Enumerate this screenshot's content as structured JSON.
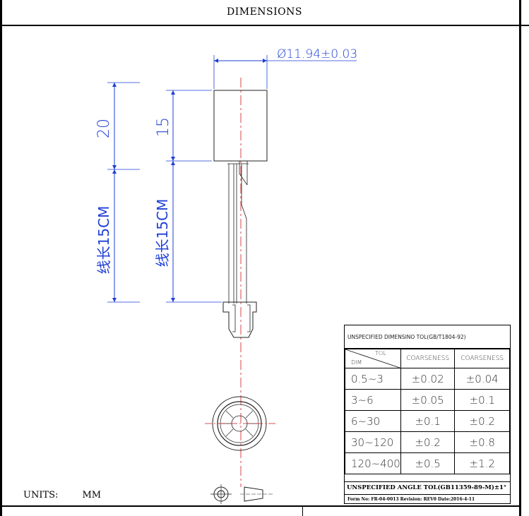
{
  "header": {
    "title": "DIMENSIONS"
  },
  "dimensions": {
    "diameter": "Ø11.94±0.03",
    "total_height": "20",
    "body_height": "15",
    "wire_length_left": "线长15CM",
    "wire_length_right": "线长15CM"
  },
  "units": {
    "label": "UNITS:",
    "value": "MM"
  },
  "tolerance_table": {
    "caption": "UNSPECIFIED DIMENSINO TOL(GB/T1804-92)",
    "corner_tol": "TOL",
    "corner_dim": "DIM",
    "columns": [
      "COARSENESS",
      "COARSENESS"
    ],
    "rows": [
      {
        "dim": "0.5~3",
        "c1": "±0.02",
        "c2": "±0.04"
      },
      {
        "dim": "3~6",
        "c1": "±0.05",
        "c2": "±0.1"
      },
      {
        "dim": "6~30",
        "c1": "±0.1",
        "c2": "±0.2"
      },
      {
        "dim": "30~120",
        "c1": "±0.2",
        "c2": "±0.8"
      },
      {
        "dim": "120~400",
        "c1": "±0.5",
        "c2": "±1.2"
      }
    ],
    "angle_tol": "UNSPECIFIED ANGLE TOL(GB11359-89-M)±1°",
    "form_info": "Form No: FR-04-0013 Revision: REV0 Date:2016-4-11"
  },
  "colors": {
    "dimension_blue": "#1f3fd6",
    "centerline_red": "#d01818",
    "outline": "#222222"
  }
}
